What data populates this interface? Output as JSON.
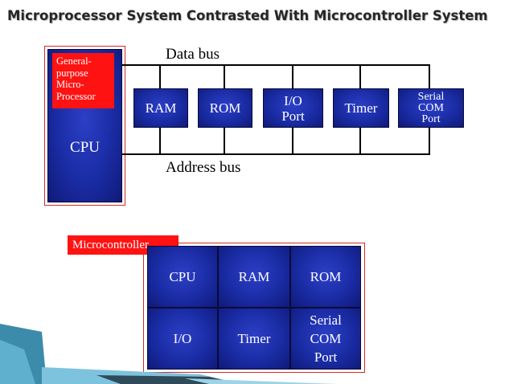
{
  "title": "Microprocessor System Contrasted With Microcontroller System",
  "microprocessor_system": {
    "label_lines": [
      "General-",
      "purpose",
      "Micro-",
      "Processor"
    ],
    "cpu": "CPU",
    "data_bus": "Data bus",
    "address_bus": "Address bus",
    "peripherals": [
      {
        "lines": [
          "RAM"
        ]
      },
      {
        "lines": [
          "ROM"
        ]
      },
      {
        "lines": [
          "I/O",
          "Port"
        ]
      },
      {
        "lines": [
          "Timer"
        ]
      },
      {
        "lines": [
          "Serial",
          "COM",
          "Port"
        ]
      }
    ]
  },
  "microcontroller_system": {
    "label": "Microcontroller",
    "cells": [
      {
        "lines": [
          "CPU"
        ]
      },
      {
        "lines": [
          "RAM"
        ]
      },
      {
        "lines": [
          "ROM"
        ]
      },
      {
        "lines": [
          "I/O"
        ]
      },
      {
        "lines": [
          "Timer"
        ]
      },
      {
        "lines": [
          "Serial",
          "COM",
          "Port"
        ]
      }
    ]
  },
  "colors": {
    "block_blue": "#1a2ca4",
    "label_red": "#ff1212",
    "frame_red": "#d22a2a",
    "accent_teal": "#3d8bab"
  }
}
